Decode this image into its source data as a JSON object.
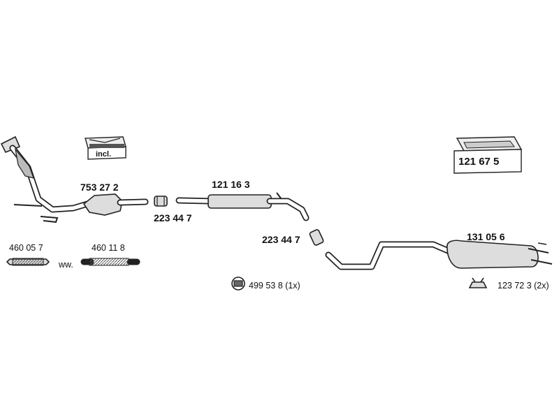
{
  "parts": {
    "front_pipe_cat": "753 27 2",
    "clamp_1": "223 44 7",
    "middle_silencer": "121 16 3",
    "clamp_2": "223 44 7",
    "rear_silencer": "131 05 6",
    "mounting_kit": "121 67 5",
    "hanger_center": "499 53 8 (1x)",
    "hanger_rear": "123 72 3 (2x)",
    "flex_pipe_1": "460 05 7",
    "flex_pipe_2": "460 11 8",
    "alternative": "ww."
  },
  "kit_badge": "incl."
}
